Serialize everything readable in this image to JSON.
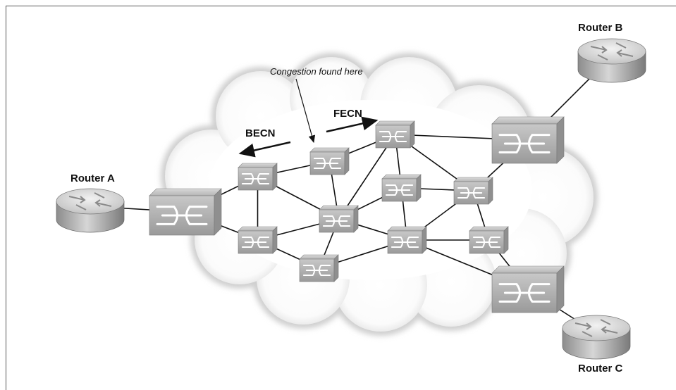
{
  "labels": {
    "router_a": "Router A",
    "router_b": "Router B",
    "router_c": "Router C",
    "becn": "BECN",
    "fecn": "FECN",
    "congestion": "Congestion found here"
  }
}
